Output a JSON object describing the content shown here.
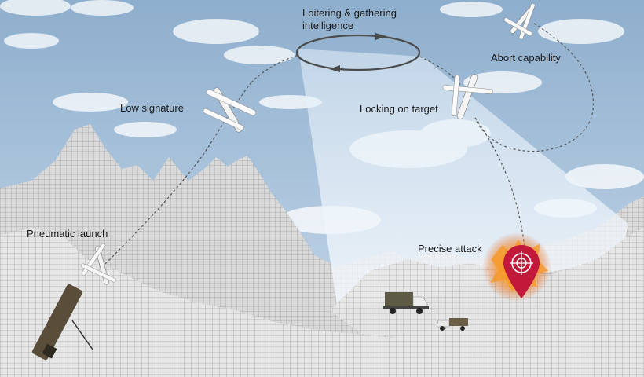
{
  "stages": [
    {
      "id": "pneumatic-launch",
      "label": "Pneumatic launch"
    },
    {
      "id": "low-signature",
      "label": "Low signature"
    },
    {
      "id": "loitering",
      "label": "Loitering & gathering intelligence"
    },
    {
      "id": "locking-on-target",
      "label": "Locking on target"
    },
    {
      "id": "abort-capability",
      "label": "Abort capability"
    },
    {
      "id": "precise-attack",
      "label": "Precise attack"
    }
  ],
  "colors": {
    "sky_top": "#8fb0cf",
    "sky_bottom": "#c7d9ea",
    "terrain": "#e3e3e3",
    "terrain_grid": "#8a8a8a",
    "beam": "#dbe9f6",
    "target_marker": "#c2183a",
    "explosion": "#f6a23a",
    "truck_body": "#5d5a46",
    "truck_cab": "#f2f2f2"
  }
}
